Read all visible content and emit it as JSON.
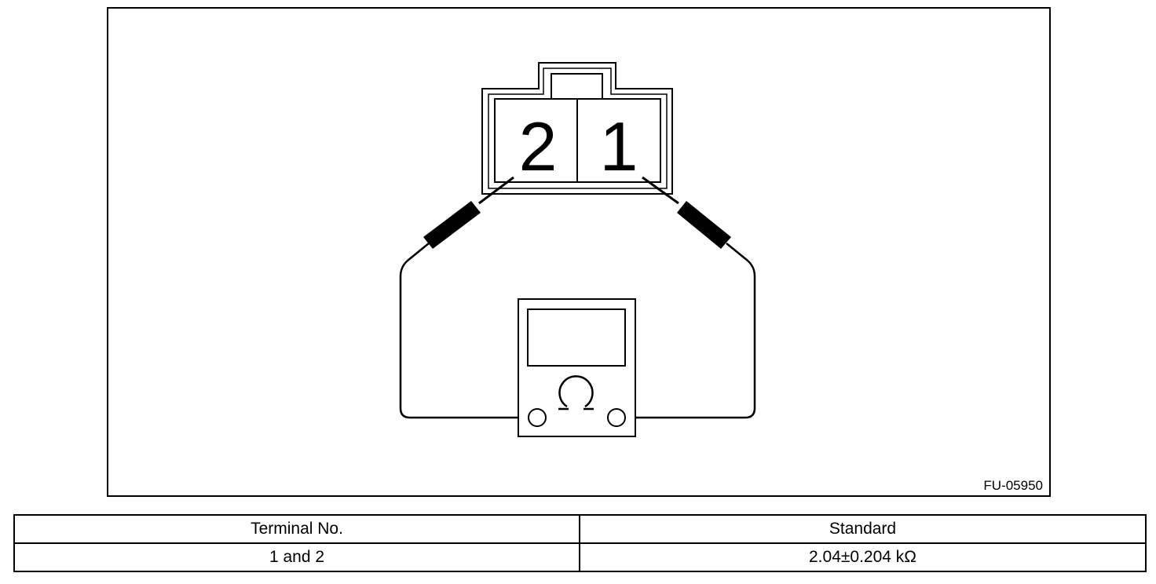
{
  "figure": {
    "terminals": [
      "2",
      "1"
    ],
    "meter_symbol": "Ω",
    "figure_code": "FU-05950"
  },
  "table": {
    "headers": [
      "Terminal No.",
      "Standard"
    ],
    "rows": [
      [
        "1 and 2",
        "2.04±0.204 kΩ"
      ]
    ]
  }
}
